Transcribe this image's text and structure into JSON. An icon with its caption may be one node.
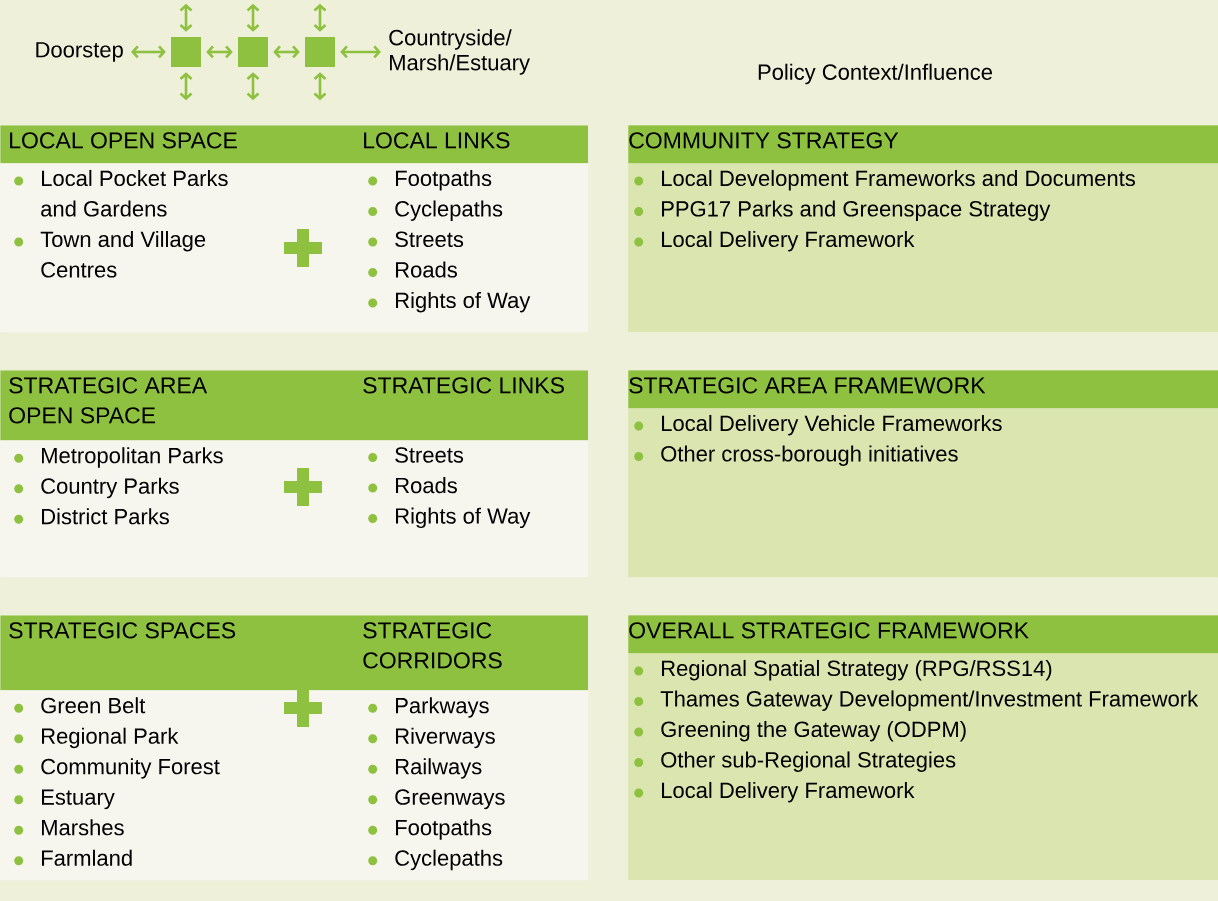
{
  "diagram": {
    "nodes": [
      {
        "text": [
          "Doorstep"
        ]
      },
      {
        "text": [],
        "shape": "box"
      },
      {
        "text": [],
        "shape": "box"
      },
      {
        "text": [],
        "shape": "box"
      },
      {
        "text": [
          "Countryside/ Marsh/Estuary"
        ]
      },
      {
        "text": [],
        "shape": "box"
      },
      {
        "text": [
          "LOCAL OPEN SPACE",
          "Local Pocket Parks and Gardens",
          "Town and Village Centres"
        ],
        "in": 5
      },
      {
        "text": [
          "LOCAL LINKS",
          "Footpaths",
          "Cyclepaths",
          "Streets",
          "Roads",
          "Rights of Way"
        ],
        "in": 5
      },
      {
        "text": [
          "COMMUNITY STRATEGY",
          "Local Development Frameworks and Documents",
          "PPG17 Parks and Greenspace Strategy",
          "Local Delivery Framework"
        ]
      },
      {
        "text": [],
        "shape": "box"
      },
      {
        "text": [
          "STRATEGIC AREA OPEN SPACE",
          "Metropolitan Parks",
          "Country Parks",
          "District Parks"
        ],
        "in": 9
      },
      {
        "text": [
          "STRATEGIC LINKS",
          "Streets",
          "Roads",
          "Rights of Way"
        ],
        "in": 9
      },
      {
        "text": [
          "STRATEGIC AREA FRAMEWORK",
          "Local Delivery Vehicle Frameworks",
          "Other cross-borough initiatives"
        ]
      },
      {
        "text": [],
        "shape": "box"
      },
      {
        "text": [
          "STRATEGIC SPACES",
          "Green Belt",
          "Regional Park",
          "Community Forest",
          "Estuary",
          "Marshes",
          "Farmland"
        ],
        "in": 13
      },
      {
        "text": [
          "STRATEGIC CORRIDORS",
          "Parkways",
          "Riverways",
          "Railways",
          "Greenways",
          "Footpaths",
          "Cyclepaths"
        ],
        "in": 13
      },
      {
        "text": [
          "OVERALL STRATEGIC FRAMEWORK",
          "Regional Spatial Strategy (RPG/RSS14)",
          "Thames Gateway Development/Investment Framework",
          "Greening the Gateway (ODPM)",
          "Other sub-Regional Strategies",
          "Local Delivery Framework"
        ]
      }
    ],
    "edges": [
      {
        "from": 0,
        "to": 1,
        "arrow": "both"
      },
      {
        "from": 1,
        "to": 2,
        "arrow": "both"
      },
      {
        "from": 2,
        "to": 3,
        "arrow": "both"
      },
      {
        "from": 3,
        "to": 4,
        "arrow": "both"
      },
      {
        "from": 1,
        "to": null,
        "arrow": "both"
      },
      {
        "from": 1,
        "to": null,
        "arrow": "both"
      },
      {
        "from": 2,
        "to": null,
        "arrow": "both"
      },
      {
        "from": 2,
        "to": null,
        "arrow": "both"
      },
      {
        "from": 3,
        "to": null,
        "arrow": "both"
      },
      {
        "from": 3,
        "to": null,
        "arrow": "both"
      }
    ],
    "labels": [
      "Policy Context/Influence"
    ]
  }
}
